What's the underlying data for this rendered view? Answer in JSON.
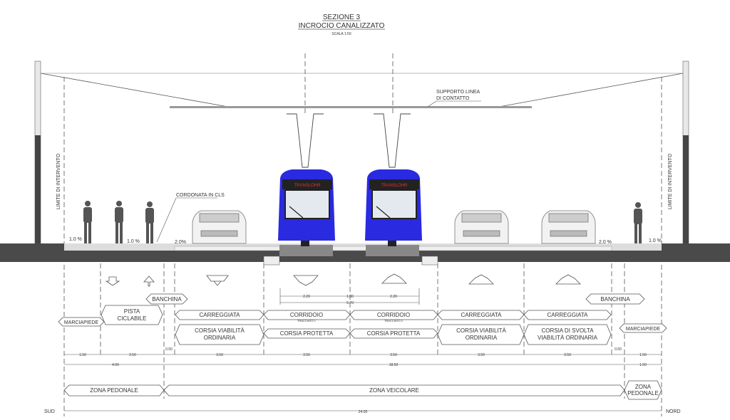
{
  "title": {
    "line1": "SEZIONE 3",
    "line2": "INCROCIO CANALIZZATO",
    "scale": "SCALA 1:50"
  },
  "annotations": {
    "support": [
      "SUPPORTO LINEA",
      "DI CONTATTO"
    ],
    "curb": "CORDONATA IN CLS",
    "limit_left": "LIMITE DI INTERVENTO",
    "limit_right": "LIMITE DI INTERVENTO",
    "slopes": [
      "1.0 %",
      "1.0 %",
      "2.0%",
      "2.0 %",
      "1.0 %"
    ],
    "tram_destination": "TRANSLOHR"
  },
  "labels": {
    "banchina_left": "BANCHINA",
    "banchina_right": "BANCHINA",
    "marciapiede_left": "MARCIAPIEDE",
    "marciapiede_right": "MARCIAPIEDE",
    "pista": [
      "PISTA",
      "CICLABILE"
    ],
    "row1": [
      "CARREGGIATA",
      "CORRIDOIO",
      "CORRIDOIO",
      "CARREGGIATA",
      "CARREGGIATA"
    ],
    "row1_sub": [
      "",
      "TRACCIATO 1",
      "TRACCIATO 2",
      "",
      ""
    ],
    "row2": [
      [
        "CORSIA VIABILITÀ",
        "ORDINARIA"
      ],
      [
        "CORSIA PROTETTA",
        ""
      ],
      [
        "CORSIA PROTETTA",
        ""
      ],
      [
        "CORSIA VIABILITÀ",
        "ORDINARIA"
      ],
      [
        "CORSIA DI SVOLTA",
        "VIABILITÀ ORDINARIA"
      ]
    ]
  },
  "dimensions": {
    "tram": [
      "2.20",
      "1.30",
      "2.20"
    ],
    "tram_total": "5.70",
    "row1": [
      "1.50",
      "2.50",
      "0.50",
      "3.50",
      "3.50",
      "3.50",
      "3.50",
      "3.50",
      "0.50",
      "1.50"
    ],
    "row2": [
      "4.00",
      "18.50",
      "1.50"
    ],
    "total": "24.00"
  },
  "zones": {
    "left": "ZONA PEDONALE",
    "center": "ZONA VEICOLARE",
    "right": [
      "ZONA",
      "PEDONALE"
    ]
  },
  "directions": {
    "south": "SUD",
    "north": "NORD"
  },
  "colors": {
    "tram": "#2a2ae0",
    "road": "#4a4a4a"
  }
}
